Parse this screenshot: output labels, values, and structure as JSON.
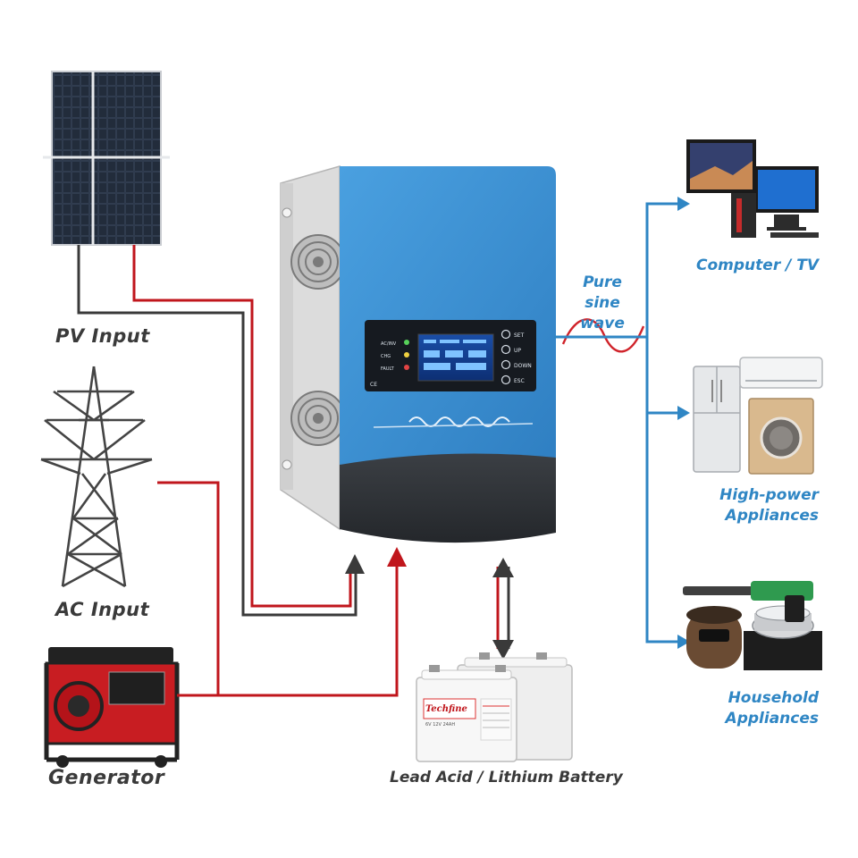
{
  "sources": {
    "pv_label": "PV Input",
    "ac_label": "AC Input",
    "generator_label": "Generator"
  },
  "battery": {
    "label": "Lead Acid / Lithium Battery",
    "brand": "Techfine",
    "model": "6V 12V 24AH"
  },
  "output": {
    "wave_label_line1": "Pure",
    "wave_label_line2": "sine wave",
    "loads": [
      {
        "line1": "Computer / TV",
        "line2": ""
      },
      {
        "line1": "High-power",
        "line2": "Appliances"
      },
      {
        "line1": "Household",
        "line2": "Appliances"
      }
    ]
  },
  "inverter": {
    "status_labels": [
      "AC/INV",
      "CHG",
      "FAULT"
    ],
    "button_labels": [
      "SET",
      "UP",
      "DOWN",
      "ESC"
    ],
    "ce_mark": "CE"
  },
  "colors": {
    "inverter_blue": "#3b8fd0",
    "inverter_dark": "#2f3236",
    "wire_red": "#c0161c",
    "wire_dark": "#3a3a3a",
    "arrow_blue": "#2f86c4"
  }
}
